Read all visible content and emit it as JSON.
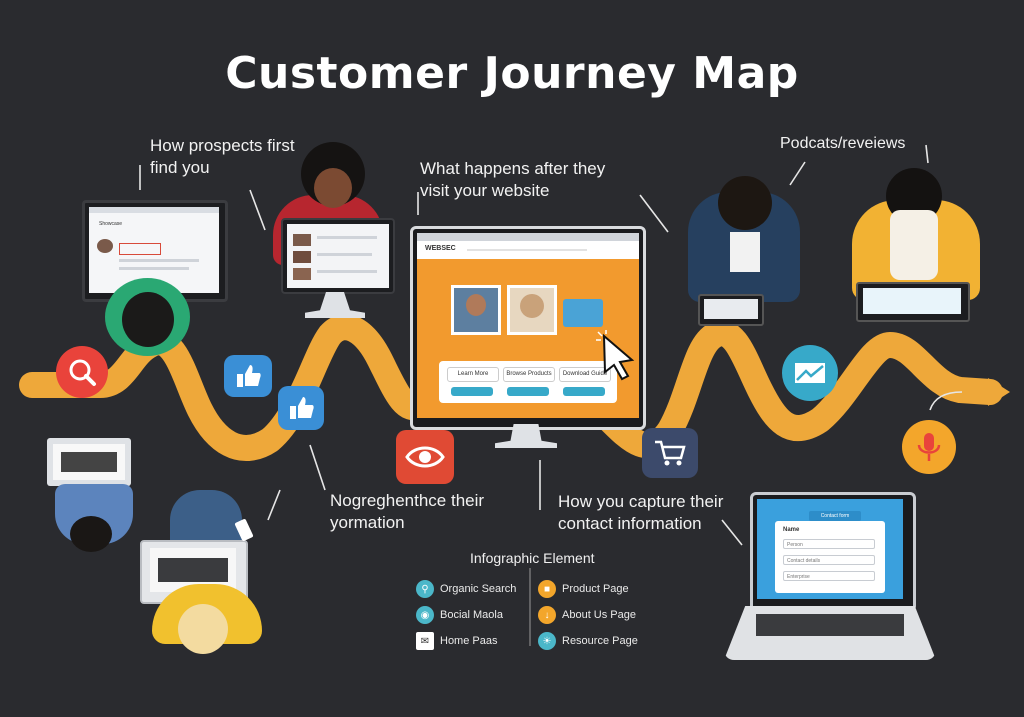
{
  "title": "Customer Journey Map",
  "callouts": {
    "find": "How prospects first find you",
    "after_visit": "What happens after they visit your website",
    "podcasts": "Podcats/reveiews",
    "nurture": "Nogreghenthce their yormation",
    "capture": "How you capture their contact information"
  },
  "website": {
    "logo": "WEBSEC",
    "buttons": [
      "Learn More",
      "Browse Products",
      "Download Guide"
    ]
  },
  "browser_window": {
    "title": "Showcase"
  },
  "contact_form": {
    "header": "Contact form",
    "field_label": "Name",
    "fields": [
      "Person",
      "Contact details",
      "Enterprise"
    ]
  },
  "legend": {
    "title": "Infographic Element",
    "left": [
      {
        "label": "Organic Search",
        "icon": "search-icon",
        "color": "#4bb7c9"
      },
      {
        "label": "Bocial Maola",
        "icon": "social-icon",
        "color": "#4bb7c9"
      },
      {
        "label": "Home Paas",
        "icon": "home-page-icon",
        "color": "#ffffff"
      }
    ],
    "right": [
      {
        "label": "Product Page",
        "icon": "product-icon",
        "color": "#f3a62b"
      },
      {
        "label": "About Us Page",
        "icon": "about-icon",
        "color": "#f3a62b"
      },
      {
        "label": "Resource Page",
        "icon": "resource-icon",
        "color": "#4bb7c9"
      }
    ]
  },
  "colors": {
    "background": "#2a2b2f",
    "path": "#eea83a",
    "accent_red": "#e9433b",
    "accent_blue": "#3a8fd6",
    "accent_teal": "#37a9c9",
    "accent_orange": "#f3a62b"
  }
}
